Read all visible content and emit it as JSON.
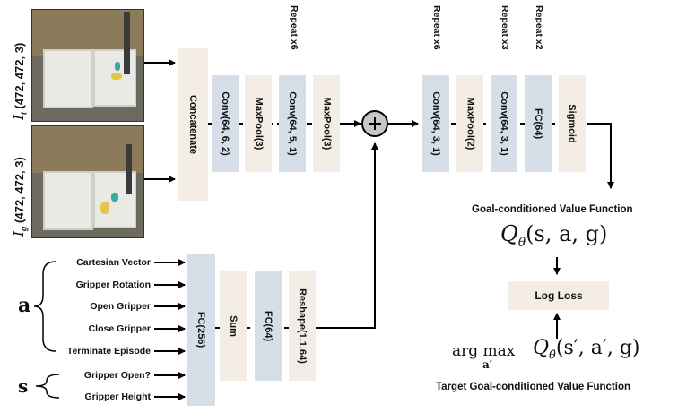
{
  "images": {
    "top_label_symbol": "I",
    "top_label_sub": "t",
    "top_label_shape": "(472, 472, 3)",
    "bottom_label_symbol": "I",
    "bottom_label_sub": "g",
    "bottom_label_shape": "(472, 472, 3)"
  },
  "pipeline": {
    "concatenate": "Concatenate",
    "conv1": "Conv(64, 6, 2)",
    "maxpool1": "MaxPool(3)",
    "conv2": "Conv(64, 5, 1)",
    "maxpool2": "MaxPool(3)",
    "repeat1": "Repeat x6",
    "conv3": "Conv(64, 3, 1)",
    "maxpool3": "MaxPool(2)",
    "conv4": "Conv(64, 3, 1)",
    "fc_top": "FC(64)",
    "sigmoid": "Sigmoid",
    "repeat2": "Repeat x6",
    "repeat3": "Repeat x3",
    "repeat4": "Repeat x2",
    "plus": "+"
  },
  "inputs": {
    "a_label": "a",
    "s_label": "s",
    "a_items": [
      "Cartesian Vector",
      "Gripper Rotation",
      "Open Gripper",
      "Close Gripper",
      "Terminate Episode"
    ],
    "s_items": [
      "Gripper Open?",
      "Gripper Height"
    ]
  },
  "lower": {
    "fc256": "FC(256)",
    "sum": "Sum",
    "fc64": "FC(64)",
    "reshape": "Reshape(1,1,64)"
  },
  "output": {
    "value_title": "Goal-conditioned Value Function",
    "q_main": "Q",
    "q_main_sub": "θ",
    "q_main_args": "(s, a, g)",
    "log_loss": "Log Loss",
    "argmax_op": "arg max",
    "argmax_under": "a′",
    "q_target": "Q",
    "q_target_sub": "θ̄",
    "q_target_args": "(s′, a′, g)",
    "target_title": "Target Goal-conditioned Value Function"
  }
}
